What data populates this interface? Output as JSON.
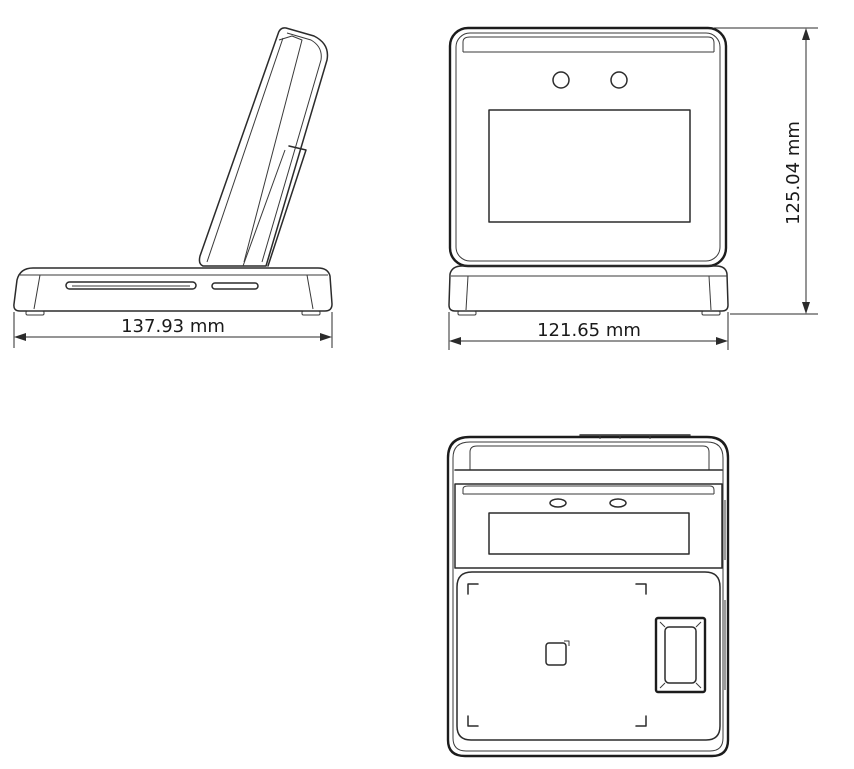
{
  "dimensions": {
    "side_width": "137.93 mm",
    "front_width": "121.65 mm",
    "front_height": "125.04 mm"
  },
  "colors": {
    "line": "#2b2b2b",
    "background": "#ffffff"
  }
}
